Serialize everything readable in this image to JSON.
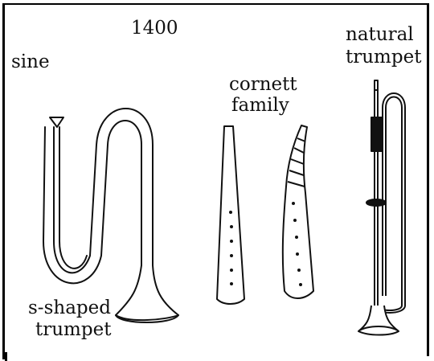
{
  "labels": {
    "year": "1400",
    "sine": "sine",
    "cornett_line1": "cornett",
    "cornett_line2": "family",
    "natural_line1": "natural",
    "natural_line2": "trumpet",
    "sshaped_line1": "s-shaped",
    "sshaped_line2": "trumpet"
  }
}
